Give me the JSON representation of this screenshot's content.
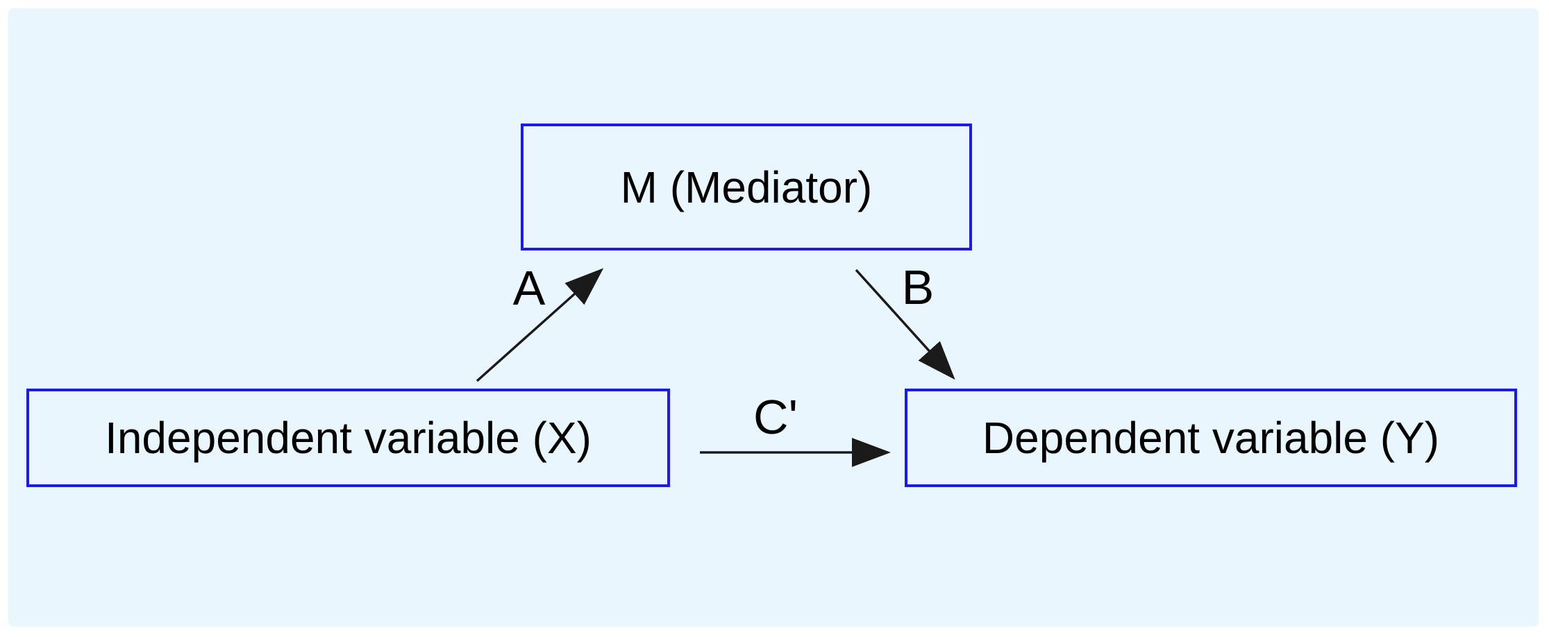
{
  "colors": {
    "page_background": "#ffffff",
    "panel_background": "#e9f6fd",
    "node_border": "#1a1aee",
    "arrow": "#1a1a1a",
    "text": "#000000"
  },
  "nodes": {
    "mediator": {
      "label": "M (Mediator)"
    },
    "independent": {
      "label": "Independent variable (X)"
    },
    "dependent": {
      "label": "Dependent variable (Y)"
    }
  },
  "edges": {
    "a": {
      "label": "A",
      "from": "independent",
      "to": "mediator"
    },
    "b": {
      "label": "B",
      "from": "mediator",
      "to": "dependent"
    },
    "c_prime": {
      "label": "C'",
      "from": "independent",
      "to": "dependent"
    }
  }
}
